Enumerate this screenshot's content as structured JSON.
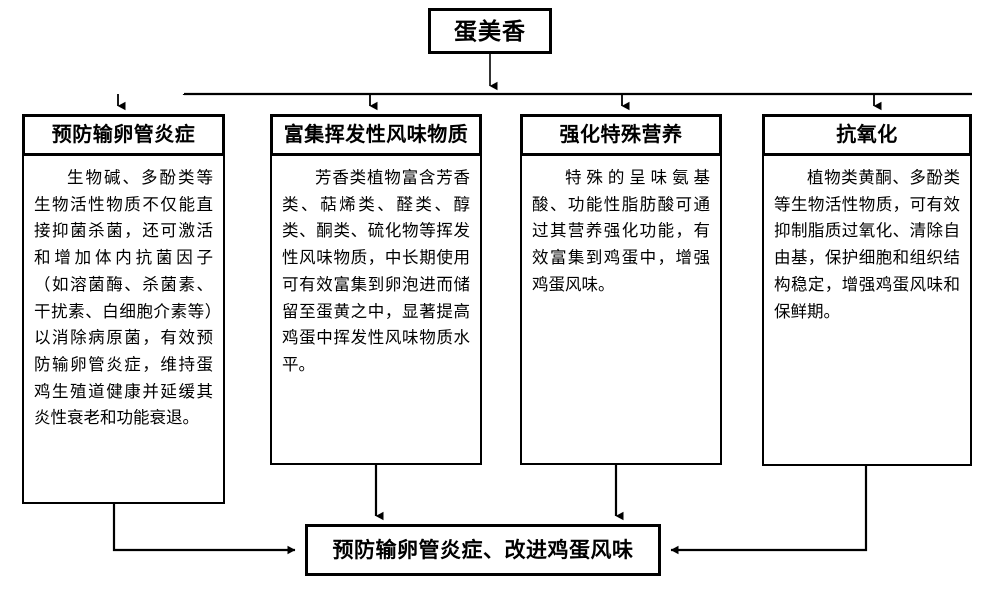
{
  "diagram": {
    "type": "flowchart",
    "root": {
      "label": "蛋美香"
    },
    "branches": [
      {
        "id": "branch-1",
        "title": "预防输卵管炎症",
        "body": "生物碱、多酚类等生物活性物质不仅能直接抑菌杀菌，还可激活和增加体内抗菌因子（如溶菌酶、杀菌素、干扰素、白细胞介素等）以消除病原菌，有效预防输卵管炎症，维持蛋鸡生殖道健康并延缓其炎性衰老和功能衰退。"
      },
      {
        "id": "branch-2",
        "title": "富集挥发性风味物质",
        "body": "芳香类植物富含芳香类、萜烯类、醛类、醇类、酮类、硫化物等挥发性风味物质，中长期使用可有效富集到卵泡进而储留至蛋黄之中，显著提高鸡蛋中挥发性风味物质水平。"
      },
      {
        "id": "branch-3",
        "title": "强化特殊营养",
        "body": "特殊的呈味氨基酸、功能性脂肪酸可通过其营养强化功能，有效富集到鸡蛋中，增强鸡蛋风味。"
      },
      {
        "id": "branch-4",
        "title": "抗氧化",
        "body": "植物类黄酮、多酚类等生物活性物质，可有效抑制脂质过氧化、清除自由基，保护细胞和组织结构稳定，增强鸡蛋风味和保鲜期。"
      }
    ],
    "outcome": {
      "label": "预防输卵管炎症、改进鸡蛋风味"
    },
    "colors": {
      "line": "#000000",
      "text": "#000000",
      "background": "#ffffff"
    }
  }
}
